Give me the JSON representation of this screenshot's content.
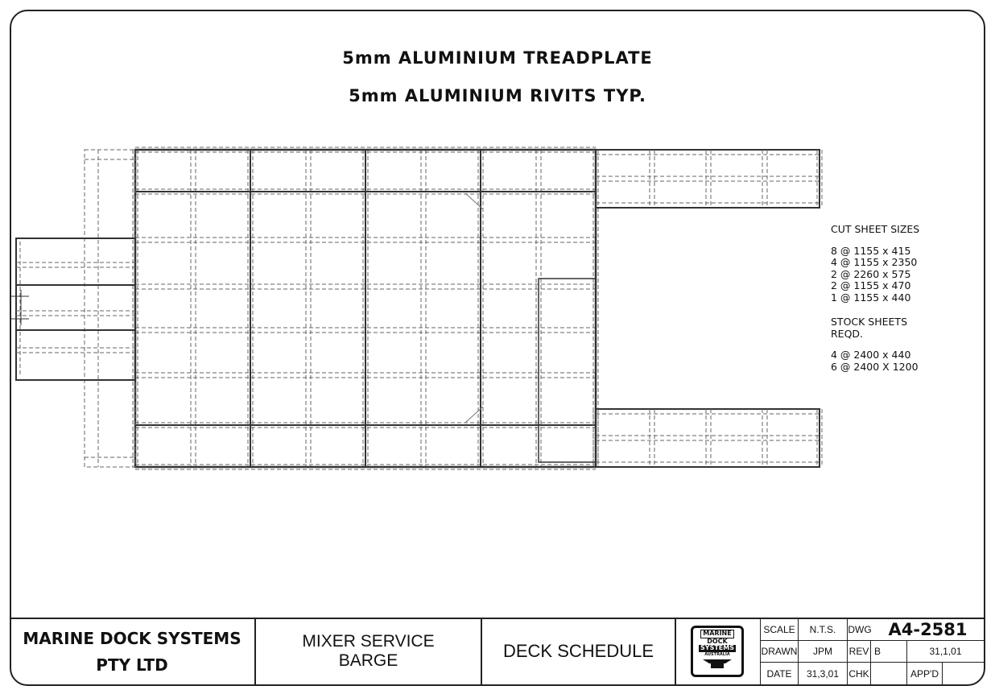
{
  "headings": {
    "line1": "5mm ALUMINIUM TREADPLATE",
    "line2": "5mm ALUMINIUM RIVITS TYP."
  },
  "notes": {
    "cut_title": "CUT SHEET SIZES",
    "cut_sizes": [
      "8 @ 1155 x 415",
      "4 @ 1155 x 2350",
      "2 @ 2260 x 575",
      "2 @ 1155 x 470",
      "1 @ 1155 x 440"
    ],
    "stock_title_1": "STOCK SHEETS",
    "stock_title_2": "REQD.",
    "stock_sizes": [
      "4 @ 2400 x 440",
      "6 @ 2400 X 1200"
    ]
  },
  "title_block": {
    "company_line1": "MARINE DOCK SYSTEMS",
    "company_line2": "PTY LTD",
    "project_line1": "MIXER SERVICE",
    "project_line2": "BARGE",
    "drawing_title": "DECK SCHEDULE",
    "logo_line1": "MARINE",
    "logo_line2": "DOCK",
    "logo_line3": "SYSTEMS",
    "logo_line4": "AUSTRALIA",
    "scale_label": "SCALE",
    "scale_value": "N.T.S.",
    "drawn_label": "DRAWN",
    "drawn_value": "JPM",
    "date_label": "DATE",
    "date_value": "31,3,01",
    "dwg_label": "DWG",
    "dwg_number": "A4-2581",
    "rev_label": "REV",
    "rev_value": "B",
    "rev_date": "31,1,01",
    "chk_label": "CHK",
    "appd_label": "APP'D"
  }
}
